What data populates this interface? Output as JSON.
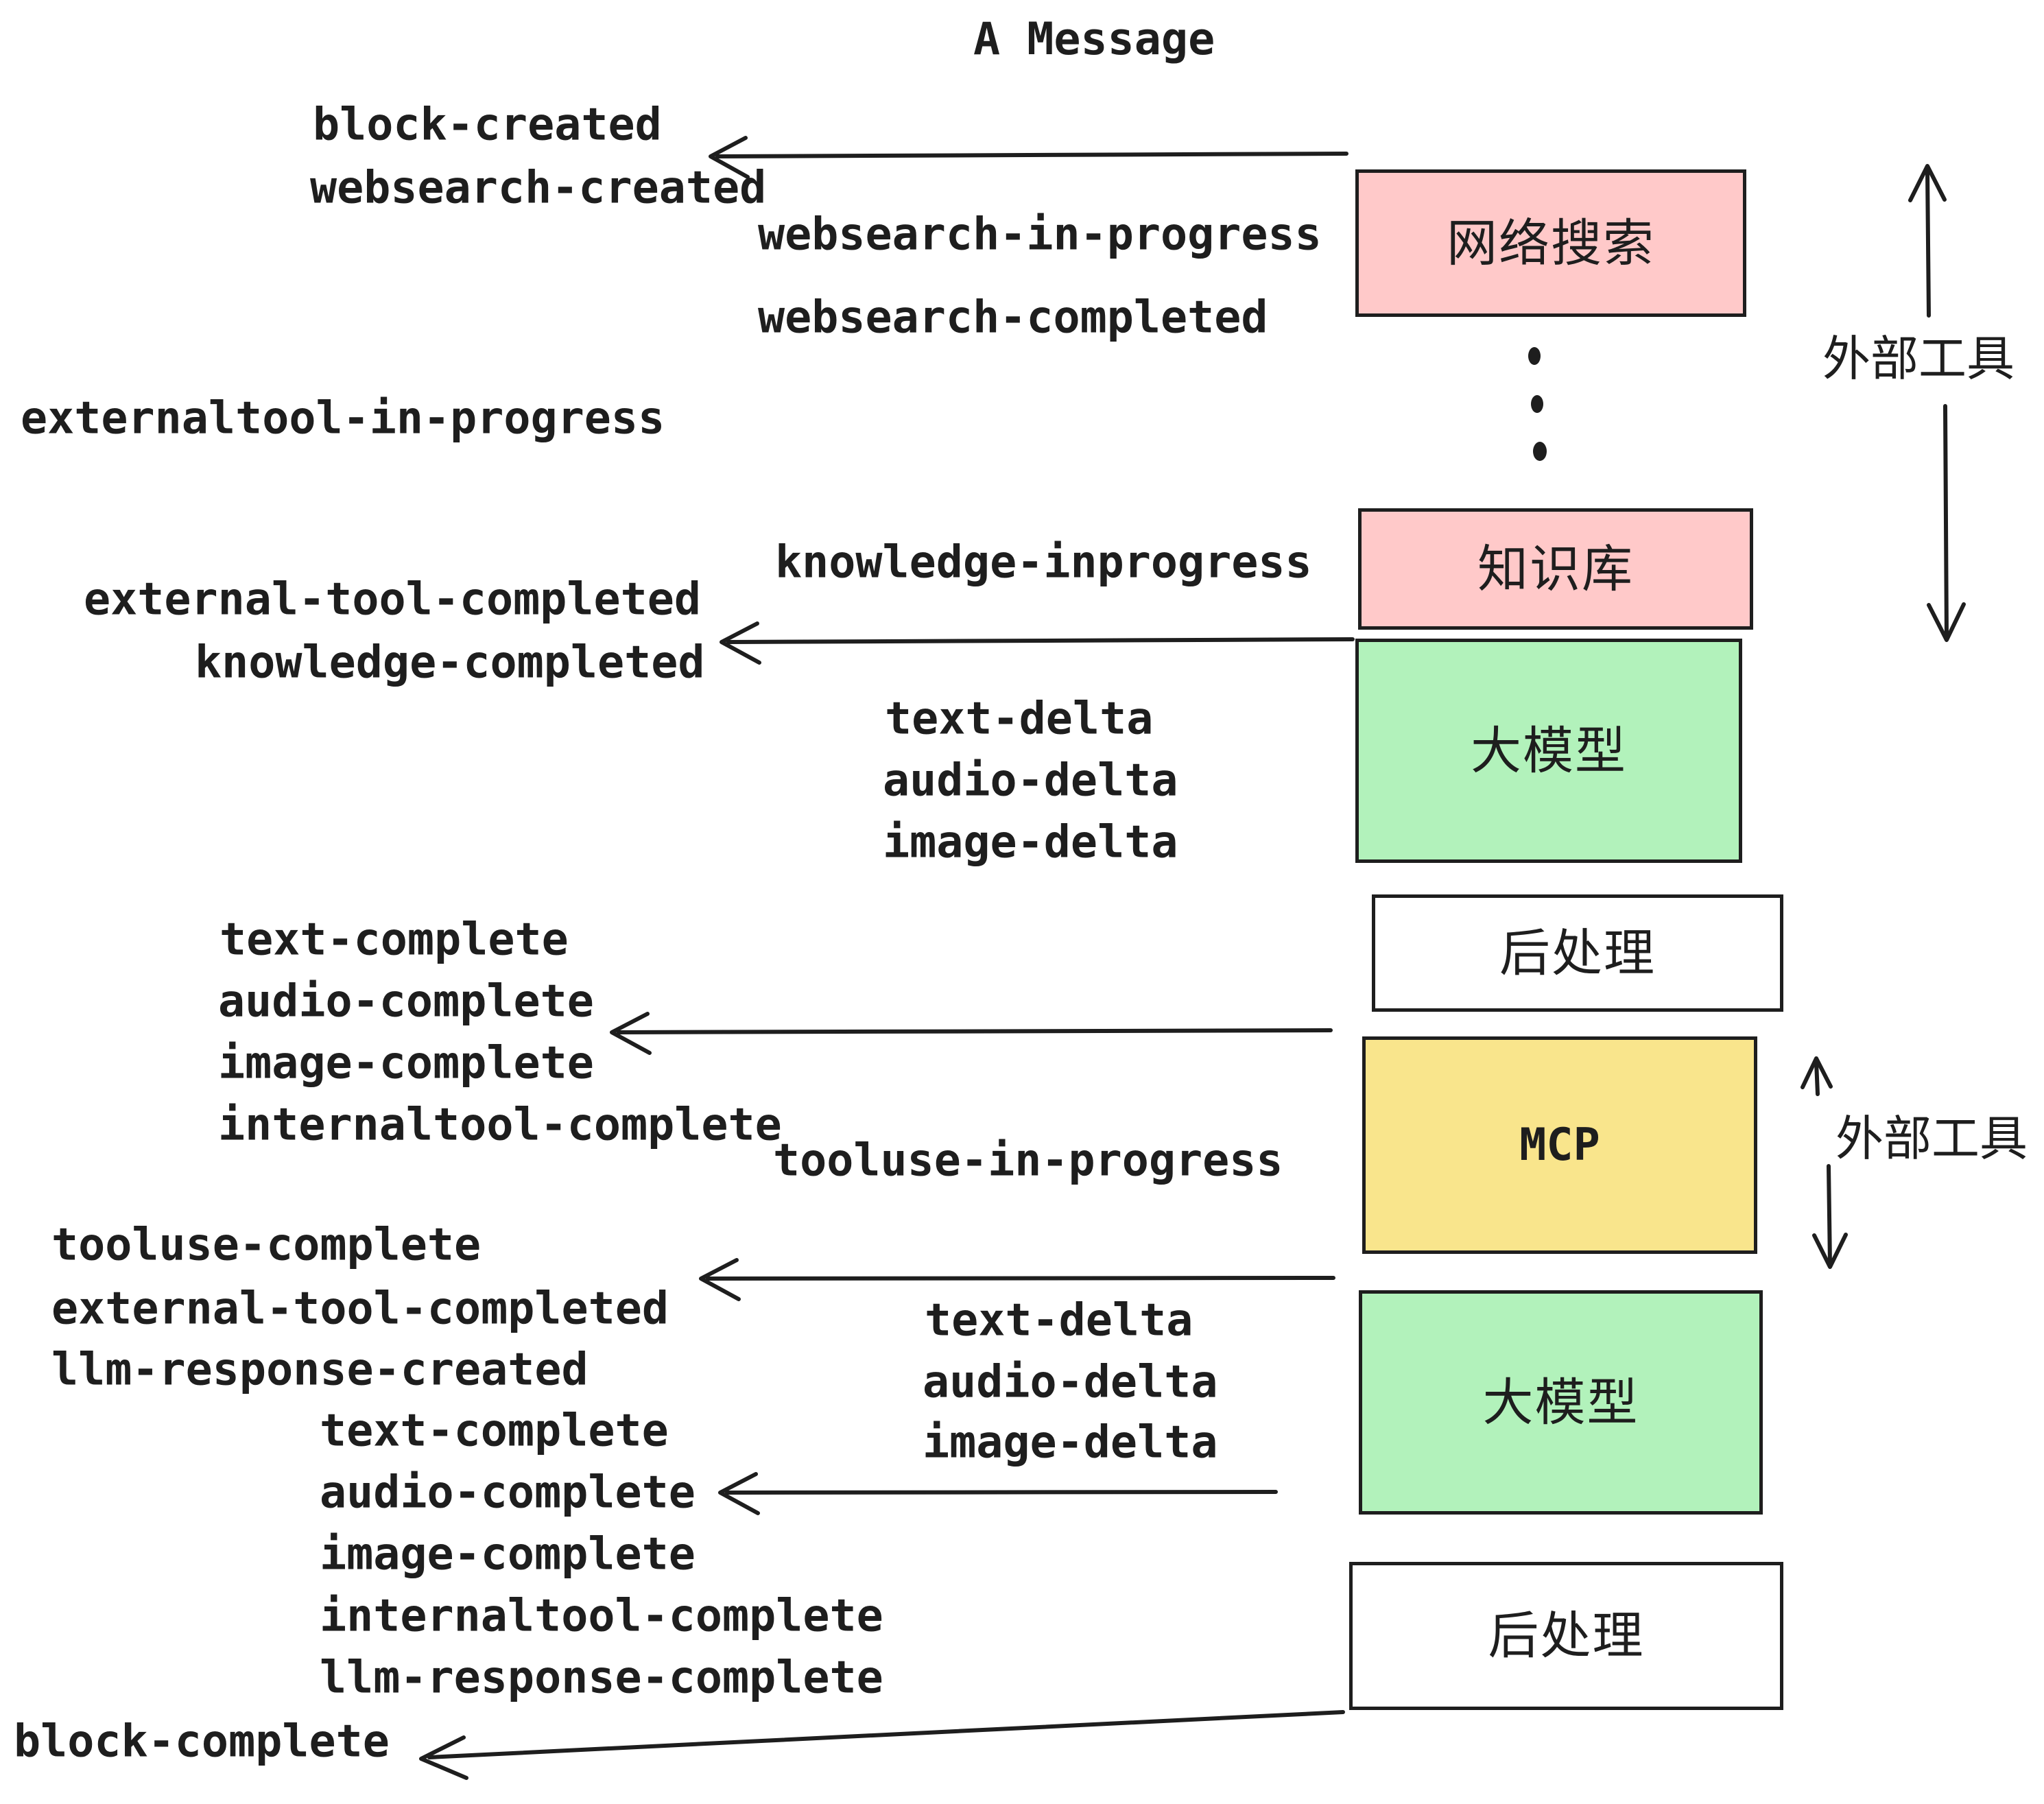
{
  "title": "A Message",
  "events": {
    "block_created": "block-created",
    "websearch_created": "websearch-created",
    "websearch_in_progress": "websearch-in-progress",
    "websearch_completed": "websearch-completed",
    "externaltool_in_progress": "externaltool-in-progress",
    "external_tool_completed": "external-tool-completed",
    "knowledge_inprogress": "knowledge-inprogress",
    "knowledge_completed": "knowledge-completed",
    "text_delta": "text-delta",
    "audio_delta": "audio-delta",
    "image_delta": "image-delta",
    "text_complete": "text-complete",
    "audio_complete": "audio-complete",
    "image_complete": "image-complete",
    "internaltool_complete": "internaltool-complete",
    "tooluse_in_progress": "tooluse-in-progress",
    "tooluse_complete": "tooluse-complete",
    "llm_response_created": "llm-response-created",
    "llm_response_complete": "llm-response-complete",
    "block_complete": "block-complete"
  },
  "boxes": {
    "websearch": {
      "label": "网络搜索",
      "fill": "#ffc9c9"
    },
    "knowledge": {
      "label": "知识库",
      "fill": "#ffc9c9"
    },
    "llm": {
      "label": "大模型",
      "fill": "#b2f2bb"
    },
    "postprocess": {
      "label": "后处理",
      "fill": "#ffffff"
    },
    "mcp": {
      "label": "MCP",
      "fill": "#f9e58c"
    }
  },
  "side_labels": {
    "external_tools": "外部工具"
  },
  "colors": {
    "ink": "#1e1e1e",
    "pink": "#ffc9c9",
    "green": "#b2f2bb",
    "yellow": "#f9e58c",
    "white": "#ffffff",
    "background": "#ffffff"
  }
}
